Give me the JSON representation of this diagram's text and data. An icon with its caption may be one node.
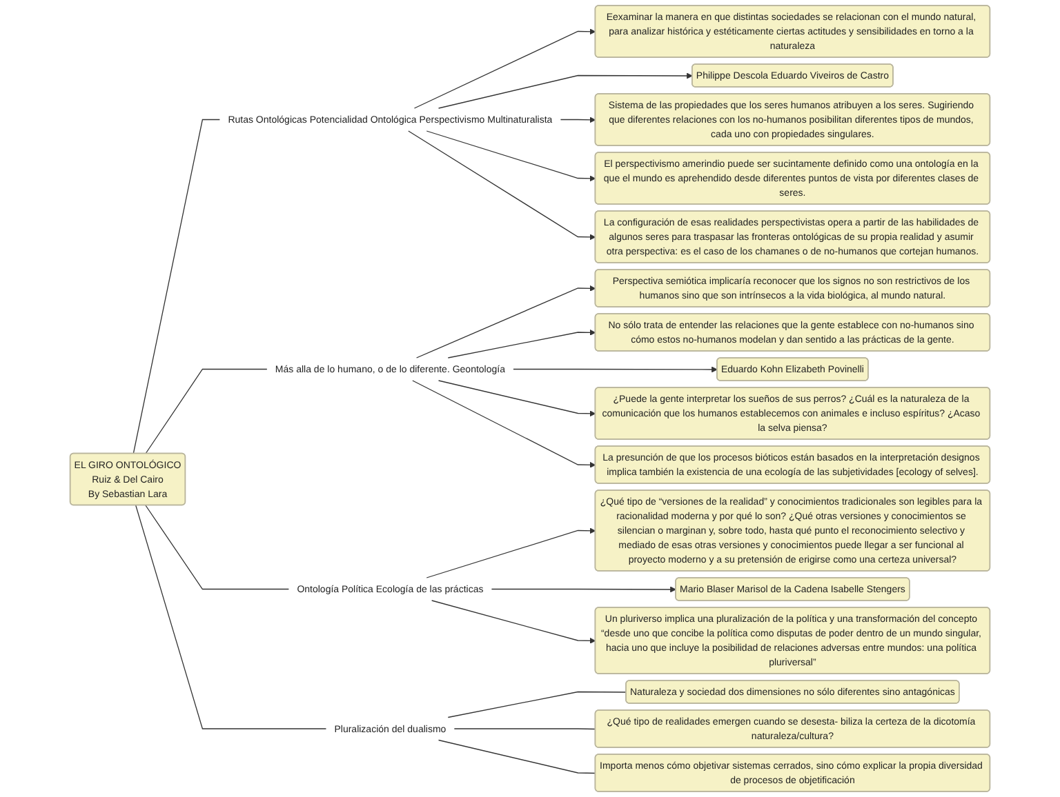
{
  "diagram": {
    "nodes": [
      {
        "text": [
          "EL GIRO ONTOLÓGICO",
          "Ruiz & Del Cairo",
          "By Sebastian Lara"
        ]
      },
      {
        "text": [
          "Rutas Ontológicas Potencialidad Ontológica Perspectivismo Multinaturalista"
        ]
      },
      {
        "text": [
          "Eexaminar la manera en que distintas sociedades se relacionan con el mundo natural, para analizar histórica y estéticamente ciertas actitudes y sensibilidades en torno a la naturaleza"
        ]
      },
      {
        "text": [
          "Philippe Descola Eduardo Viveiros de Castro"
        ]
      },
      {
        "text": [
          "Sistema de las propiedades que los seres humanos atribuyen a los seres. Sugiriendo que diferentes relaciones con los no-humanos posibilitan diferentes tipos de mundos, cada uno con propiedades singulares."
        ]
      },
      {
        "text": [
          "El perspectivismo amerindio puede ser sucintamente definido como una ontología en la que el mundo es aprehendido desde diferentes puntos de vista por diferentes clases de seres."
        ]
      },
      {
        "text": [
          "La configuración de esas realidades perspectivistas opera a partir de las habilidades de algunos seres para traspasar las fronteras ontológicas de su propia realidad y asumir otra perspectiva: es el caso de los chamanes o de no-humanos que cortejan humanos."
        ]
      },
      {
        "text": [
          "Más alla de lo humano, o de lo diferente. Geontología"
        ]
      },
      {
        "text": [
          "Perspectiva semiótica implicaría reconocer que los signos no son restrictivos de los humanos sino que son intrínsecos a la vida biológica, al mundo natural."
        ]
      },
      {
        "text": [
          "No sólo trata de entender las relaciones que la gente establece con no-humanos sino cómo estos no-humanos modelan y dan sentido a las prácticas de la gente."
        ]
      },
      {
        "text": [
          "Eduardo Kohn Elizabeth Povinelli"
        ]
      },
      {
        "text": [
          "¿Puede la gente interpretar los sueños de sus perros? ¿Cuál es la naturaleza de la comunicación que los humanos establecemos con animales e incluso espíritus? ¿Acaso la selva piensa?"
        ]
      },
      {
        "text": [
          "La presunción de que los procesos bióticos están basados en la interpretación designos implica también la existencia de una ecología de las subjetividades [ecology of selves]."
        ]
      },
      {
        "text": [
          "Ontología Política Ecología de las prácticas"
        ]
      },
      {
        "text": [
          "¿Qué tipo de “versiones de la realidad” y conocimientos tradicionales son legibles para la racionalidad moderna y por qué lo son? ¿Qué otras versiones y conocimientos se silencian o marginan y, sobre todo, hasta qué punto el reconocimiento selectivo y mediado de esas otras versiones y conocimientos puede llegar a ser funcional al proyecto moderno y a su pretensión de erigirse como una certeza universal?"
        ]
      },
      {
        "text": [
          "Mario Blaser Marisol de la Cadena Isabelle Stengers"
        ]
      },
      {
        "text": [
          "Un pluriverso implica una pluralización de la política y una transformación del concepto “desde uno que concibe la política como disputas de poder dentro de un mundo singular, hacia uno que incluye la posibilidad de relaciones adversas entre mundos: una política pluriversal”"
        ]
      },
      {
        "text": [
          "Pluralización del dualismo"
        ]
      },
      {
        "text": [
          "Naturaleza y sociedad dos dimensiones no sólo diferentes sino antagónicas"
        ]
      },
      {
        "text": [
          "¿Qué tipo de realidades emergen cuando se desesta- biliza la certeza de la dicotomía naturaleza/cultura?"
        ]
      },
      {
        "text": [
          "Importa menos cómo objetivar sistemas cerrados, sino cómo explicar la propia diversidad de procesos de objetificación"
        ]
      }
    ],
    "edges": [
      {
        "from": 0,
        "to": 1,
        "arrow": "none"
      },
      {
        "from": 1,
        "to": 2,
        "arrow": "to"
      },
      {
        "from": 1,
        "to": 3,
        "arrow": "to"
      },
      {
        "from": 1,
        "to": 4,
        "arrow": "to"
      },
      {
        "from": 1,
        "to": 5,
        "arrow": "to"
      },
      {
        "from": 1,
        "to": 6,
        "arrow": "to"
      },
      {
        "from": 0,
        "to": 7,
        "arrow": "none"
      },
      {
        "from": 7,
        "to": 8,
        "arrow": "to"
      },
      {
        "from": 7,
        "to": 9,
        "arrow": "to"
      },
      {
        "from": 7,
        "to": 10,
        "arrow": "to"
      },
      {
        "from": 7,
        "to": 11,
        "arrow": "to"
      },
      {
        "from": 7,
        "to": 12,
        "arrow": "to"
      },
      {
        "from": 0,
        "to": 13,
        "arrow": "none"
      },
      {
        "from": 13,
        "to": 14,
        "arrow": "to"
      },
      {
        "from": 13,
        "to": 15,
        "arrow": "to"
      },
      {
        "from": 13,
        "to": 16,
        "arrow": "to"
      },
      {
        "from": 0,
        "to": 17,
        "arrow": "none"
      },
      {
        "from": 17,
        "to": 18,
        "arrow": "none"
      },
      {
        "from": 17,
        "to": 19,
        "arrow": "none"
      },
      {
        "from": 17,
        "to": 20,
        "arrow": "none"
      }
    ]
  }
}
